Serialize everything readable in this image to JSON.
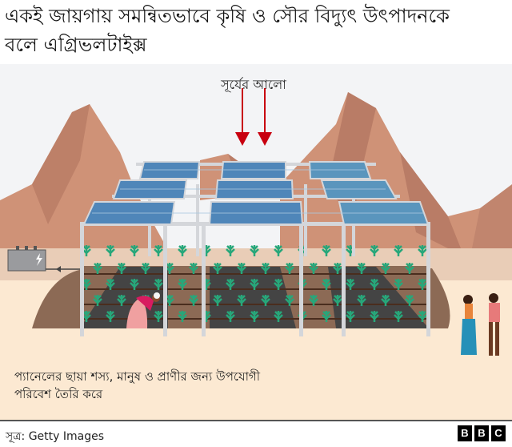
{
  "title": {
    "line1": "একই জায়গায় সমন্বিতভাবে কৃষি ও সৌর বিদ্যুৎ উৎপাদনকে",
    "line2": "বলে এগ্রিভলটাইক্স"
  },
  "illustration": {
    "sun_label": "সূর্যের আলো",
    "caption_line1": "প্যানেলের ছায়া শস্য, মানুষ ও প্রাণীর জন্য উপযোগী",
    "caption_line2": "পরিবেশ তৈরি করে",
    "colors": {
      "sky": "#f3f4f6",
      "mountain": "#cf9277",
      "mountain_shadow": "#b97c66",
      "ground": "#fce9d2",
      "soil": "#8c6a55",
      "shade": "#444444",
      "panel": "#4f86b9",
      "frame": "#d4d6da",
      "plant": "#27a77a",
      "arrow": "#c8000f"
    },
    "panel_rows": 3,
    "panels_per_row": 3
  },
  "footer": {
    "source": "সূত্র: Getty Images",
    "logo": [
      "B",
      "B",
      "C"
    ]
  }
}
